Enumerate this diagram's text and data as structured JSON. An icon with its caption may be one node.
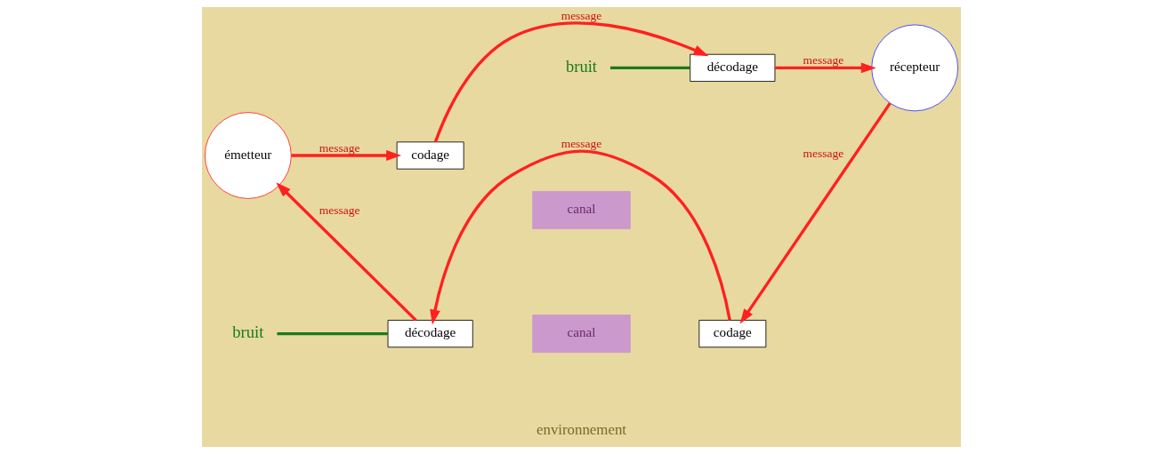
{
  "diagram": {
    "nodes": [
      {
        "text": [
          "émetteur"
        ]
      },
      {
        "text": [
          "codage"
        ]
      },
      {
        "text": [
          "canal"
        ]
      },
      {
        "text": [
          "décodage"
        ]
      },
      {
        "text": [
          "bruit"
        ]
      },
      {
        "text": [
          "récepteur"
        ]
      },
      {
        "text": [
          "codage"
        ]
      },
      {
        "text": [
          "canal"
        ]
      },
      {
        "text": [
          "décodage"
        ]
      },
      {
        "text": [
          "bruit"
        ]
      }
    ],
    "edges": [
      {
        "from": 0,
        "to": 1,
        "arrow": "to",
        "label": "message"
      },
      {
        "from": 1,
        "to": 3,
        "arrow": "to",
        "label": "message"
      },
      {
        "from": 3,
        "to": 5,
        "arrow": "to",
        "label": "message"
      },
      {
        "from": 5,
        "to": 6,
        "arrow": "to",
        "label": "message"
      },
      {
        "from": 6,
        "to": 8,
        "arrow": "to",
        "label": "message"
      },
      {
        "from": 8,
        "to": 0,
        "arrow": "to",
        "label": "message"
      },
      {
        "from": 4,
        "to": 3,
        "arrow": "none",
        "color": "#1a7a1a"
      },
      {
        "from": 9,
        "to": 8,
        "arrow": "none",
        "color": "#1a7a1a"
      }
    ],
    "labels": [
      "environnement"
    ]
  }
}
